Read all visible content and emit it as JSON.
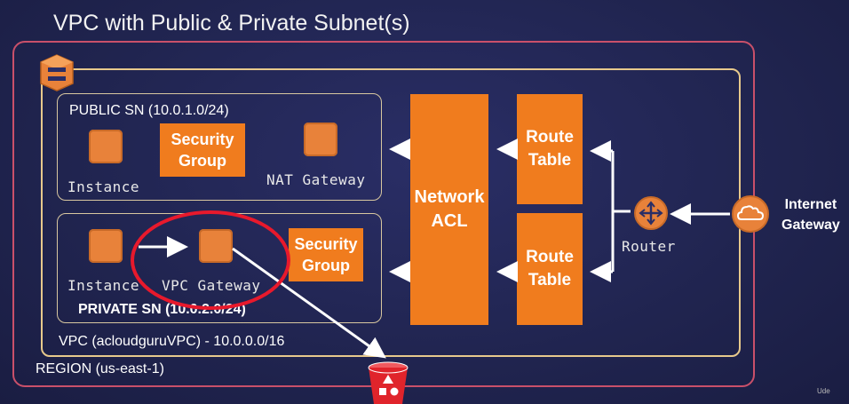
{
  "title": "VPC with Public & Private Subnet(s)",
  "region_label": "REGION (us-east-1)",
  "vpc_label": "VPC (acloudguruVPC) - 10.0.0.0/16",
  "public_sn": {
    "label": "PUBLIC SN (10.0.1.0/24)",
    "instance_label": "Instance",
    "security_group_line1": "Security",
    "security_group_line2": "Group",
    "nat_label": "NAT Gateway"
  },
  "private_sn": {
    "label": "PRIVATE SN (10.0.2.0/24)",
    "instance_label": "Instance",
    "vpc_gateway_label": "VPC Gateway",
    "security_group_line1": "Security",
    "security_group_line2": "Group"
  },
  "network_acl_line1": "Network",
  "network_acl_line2": "ACL",
  "route_table_line1": "Route",
  "route_table_line2": "Table",
  "router_label": "Router",
  "internet_gateway_line1": "Internet",
  "internet_gateway_line2": "Gateway",
  "watermark": "Ude",
  "colors": {
    "background": "#20244f",
    "orange": "#f07c1e",
    "region_border": "#c9506a",
    "vpc_border": "#e7c98c",
    "highlight_circle": "#e8192c",
    "s3_red": "#e0242b"
  },
  "icons": {
    "aws_logo": "aws-logo-icon",
    "router": "router-icon",
    "internet_gateway": "cloud-icon",
    "s3_bucket": "s3-bucket-icon"
  }
}
